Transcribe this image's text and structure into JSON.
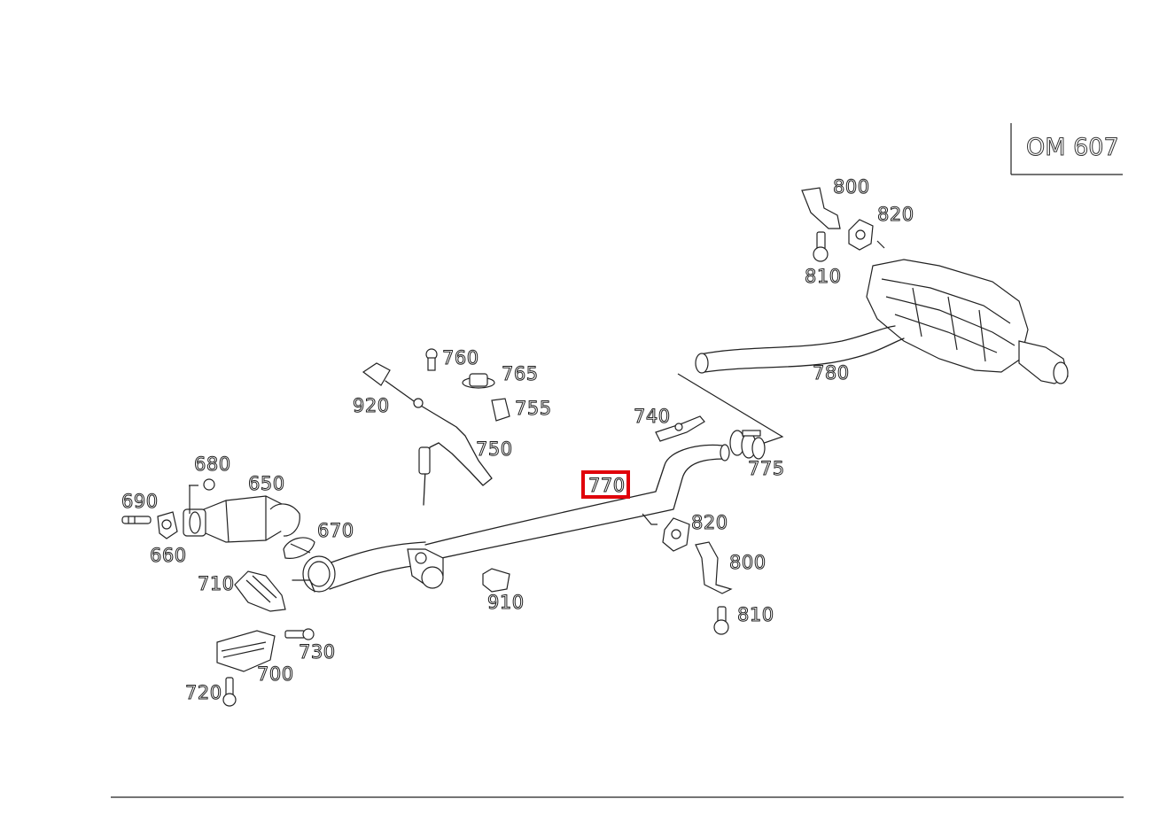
{
  "engine_code": "OM 607",
  "highlighted_part": "770",
  "parts": [
    {
      "id": "p800a",
      "label": "800"
    },
    {
      "id": "p820a",
      "label": "820"
    },
    {
      "id": "p810a",
      "label": "810"
    },
    {
      "id": "p780",
      "label": "780"
    },
    {
      "id": "p760",
      "label": "760"
    },
    {
      "id": "p765",
      "label": "765"
    },
    {
      "id": "p920",
      "label": "920"
    },
    {
      "id": "p755",
      "label": "755"
    },
    {
      "id": "p740",
      "label": "740"
    },
    {
      "id": "p750",
      "label": "750"
    },
    {
      "id": "p680",
      "label": "680"
    },
    {
      "id": "p775",
      "label": "775"
    },
    {
      "id": "p770",
      "label": "770"
    },
    {
      "id": "p650",
      "label": "650"
    },
    {
      "id": "p690",
      "label": "690"
    },
    {
      "id": "p820b",
      "label": "820"
    },
    {
      "id": "p670",
      "label": "670"
    },
    {
      "id": "p660",
      "label": "660"
    },
    {
      "id": "p800b",
      "label": "800"
    },
    {
      "id": "p710",
      "label": "710"
    },
    {
      "id": "p910",
      "label": "910"
    },
    {
      "id": "p810b",
      "label": "810"
    },
    {
      "id": "p730",
      "label": "730"
    },
    {
      "id": "p700",
      "label": "700"
    },
    {
      "id": "p720",
      "label": "720"
    }
  ]
}
